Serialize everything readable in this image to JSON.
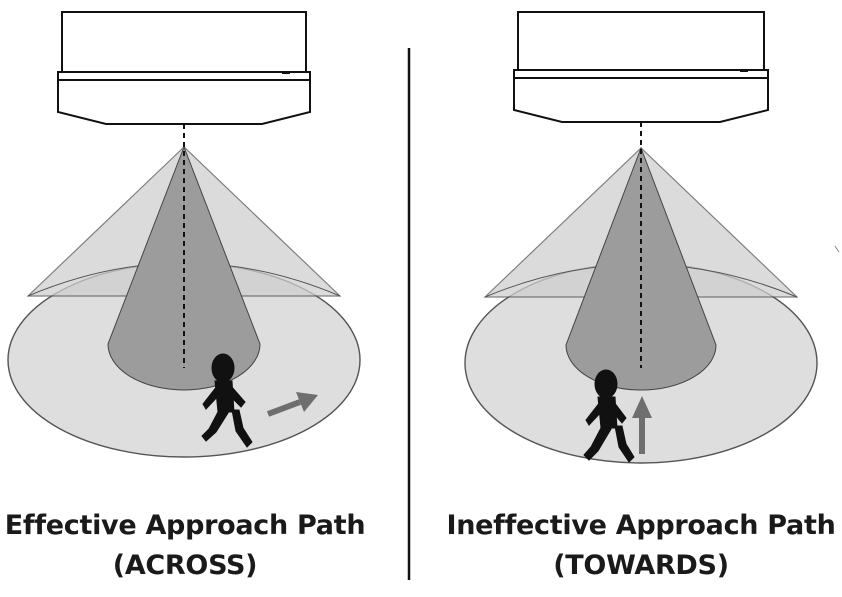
{
  "panels": [
    {
      "title": "Effective Approach Path",
      "subtitle": "(ACROSS)",
      "direction": "across"
    },
    {
      "title": "Ineffective Approach Path",
      "subtitle": "(TOWARDS)",
      "direction": "towards"
    }
  ],
  "colors": {
    "outer_cone": "#d9d9d9",
    "inner_cone": "#9b9b9b",
    "outline": "#1a1a1a",
    "arrow": "#6e6e6e",
    "figure": "#111111"
  }
}
